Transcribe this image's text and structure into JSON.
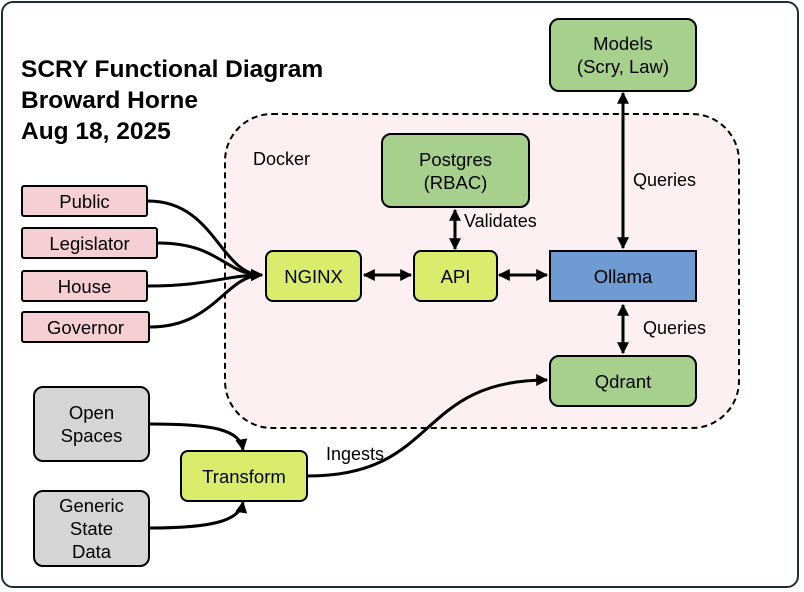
{
  "title": {
    "line1": "SCRY Functional Diagram",
    "line2": "Broward Horne",
    "line3": "Aug 18, 2025"
  },
  "docker": {
    "label": "Docker"
  },
  "nodes": {
    "models": {
      "line1": "Models",
      "line2": "(Scry, Law)"
    },
    "postgres": {
      "line1": "Postgres",
      "line2": "(RBAC)"
    },
    "nginx": "NGINX",
    "api": "API",
    "ollama": "Ollama",
    "qdrant": "Qdrant",
    "transform": "Transform",
    "public": "Public",
    "legislator": "Legislator",
    "house": "House",
    "governor": "Governor",
    "open_spaces": {
      "line1": "Open",
      "line2": "Spaces"
    },
    "generic_state_data": {
      "line1": "Generic",
      "line2": "State",
      "line3": "Data"
    }
  },
  "edge_labels": {
    "validates": "Validates",
    "queries_models": "Queries",
    "queries_qdrant": "Queries",
    "ingests": "Ingests"
  },
  "colors": {
    "green": "#a7d08c",
    "lime": "#d9ec6b",
    "pink": "#f6cfd4",
    "grey": "#d5d5d5",
    "blue": "#6d9bd2",
    "docker_fill": "#fdf0f3"
  }
}
